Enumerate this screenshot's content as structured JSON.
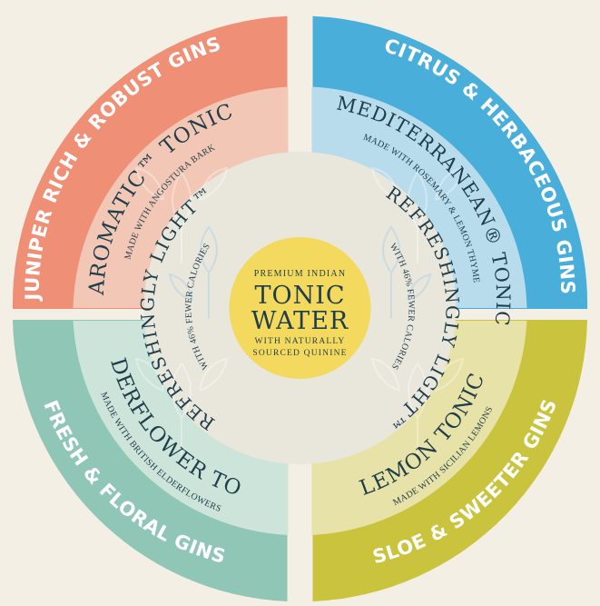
{
  "center": {
    "line1": "PREMIUM INDIAN",
    "line2": "TONIC",
    "line3": "WATER",
    "line4": "WITH NATURALLY",
    "line5": "SOURCED QUININE"
  },
  "quadrants": [
    {
      "title": "JUNIPER RICH & ROBUST GINS",
      "tonic": "AROMATIC™ TONIC",
      "tonic_sub": "MADE WITH ANGOSTURA BARK",
      "outer_color": "#ef8f76",
      "inner_color": "#f3c7b5"
    },
    {
      "title": "CITRUS & HERBACEOUS GINS",
      "tonic": "MEDITERRANEAN® TONIC",
      "tonic_sub": "MADE WITH ROSEMARY & LEMON THYME",
      "outer_color": "#4aaedb",
      "inner_color": "#b8dcec"
    },
    {
      "title": "SLOE & SWEETER GINS",
      "tonic": "LEMON TONIC",
      "tonic_sub": "MADE WITH SICILIAN LEMONS",
      "outer_color": "#c9c33d",
      "inner_color": "#e7e2a7"
    },
    {
      "title": "FRESH & FLORAL GINS",
      "tonic": "ELDERFLOWER TONIC",
      "tonic_sub": "MADE WITH BRITISH ELDERFLOWERS",
      "outer_color": "#8fc6b5",
      "inner_color": "#cde4da"
    }
  ],
  "light": [
    {
      "title": "REFRESHINGLY LIGHT™",
      "sub": "WITH 46% FEWER CALORIES"
    },
    {
      "title": "REFRESHINGLY LIGHT™",
      "sub": "WITH 46% FEWER CALORIES"
    }
  ],
  "colors": {
    "background": "#f4efe4",
    "light_ring": "#e9e6dc",
    "center_disc": "#f3da5e",
    "text_dark": "#1f3d4a"
  }
}
